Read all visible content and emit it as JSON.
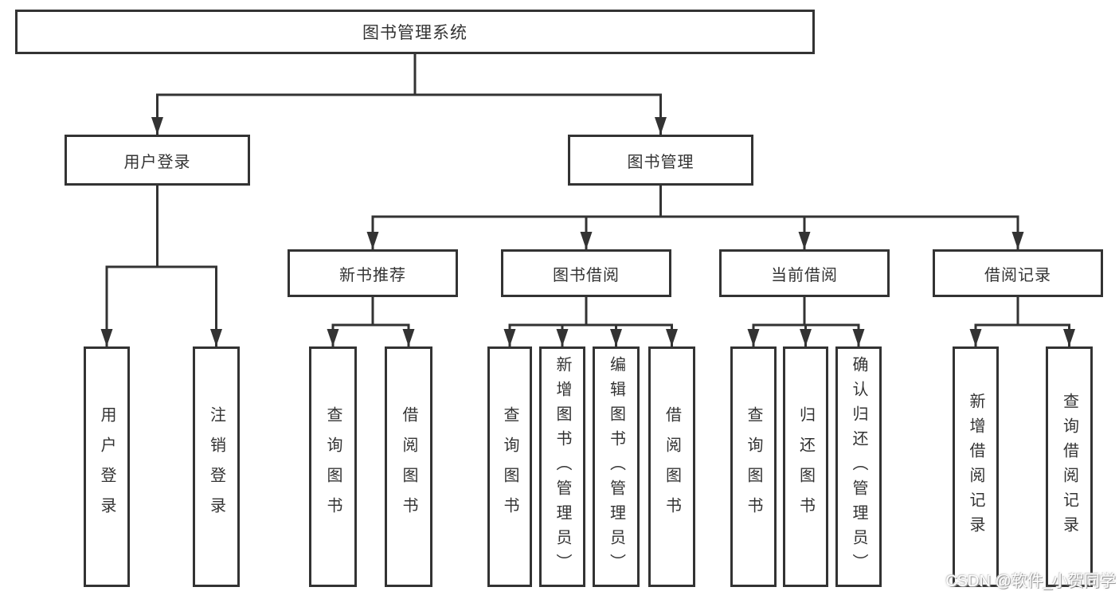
{
  "diagram": {
    "type": "tree",
    "root": {
      "label": "图书管理系统",
      "children": [
        {
          "label": "用户登录",
          "children": [
            {
              "label": "用户登录"
            },
            {
              "label": "注销登录"
            }
          ]
        },
        {
          "label": "图书管理",
          "children": [
            {
              "label": "新书推荐",
              "children": [
                {
                  "label": "查询图书"
                },
                {
                  "label": "借阅图书"
                }
              ]
            },
            {
              "label": "图书借阅",
              "children": [
                {
                  "label": "查询图书"
                },
                {
                  "label": "新增图书（管理员）"
                },
                {
                  "label": "编辑图书（管理员）"
                },
                {
                  "label": "借阅图书"
                }
              ]
            },
            {
              "label": "当前借阅",
              "children": [
                {
                  "label": "查询图书"
                },
                {
                  "label": "归还图书"
                },
                {
                  "label": "确认归还（管理员）"
                }
              ]
            },
            {
              "label": "借阅记录",
              "children": [
                {
                  "label": "新增借阅记录"
                },
                {
                  "label": "查询借阅记录"
                }
              ]
            }
          ]
        }
      ]
    },
    "line_color": "#333333",
    "box_background": "#ffffff"
  },
  "watermark": {
    "text": "CSDN @软件_小贺同学"
  }
}
